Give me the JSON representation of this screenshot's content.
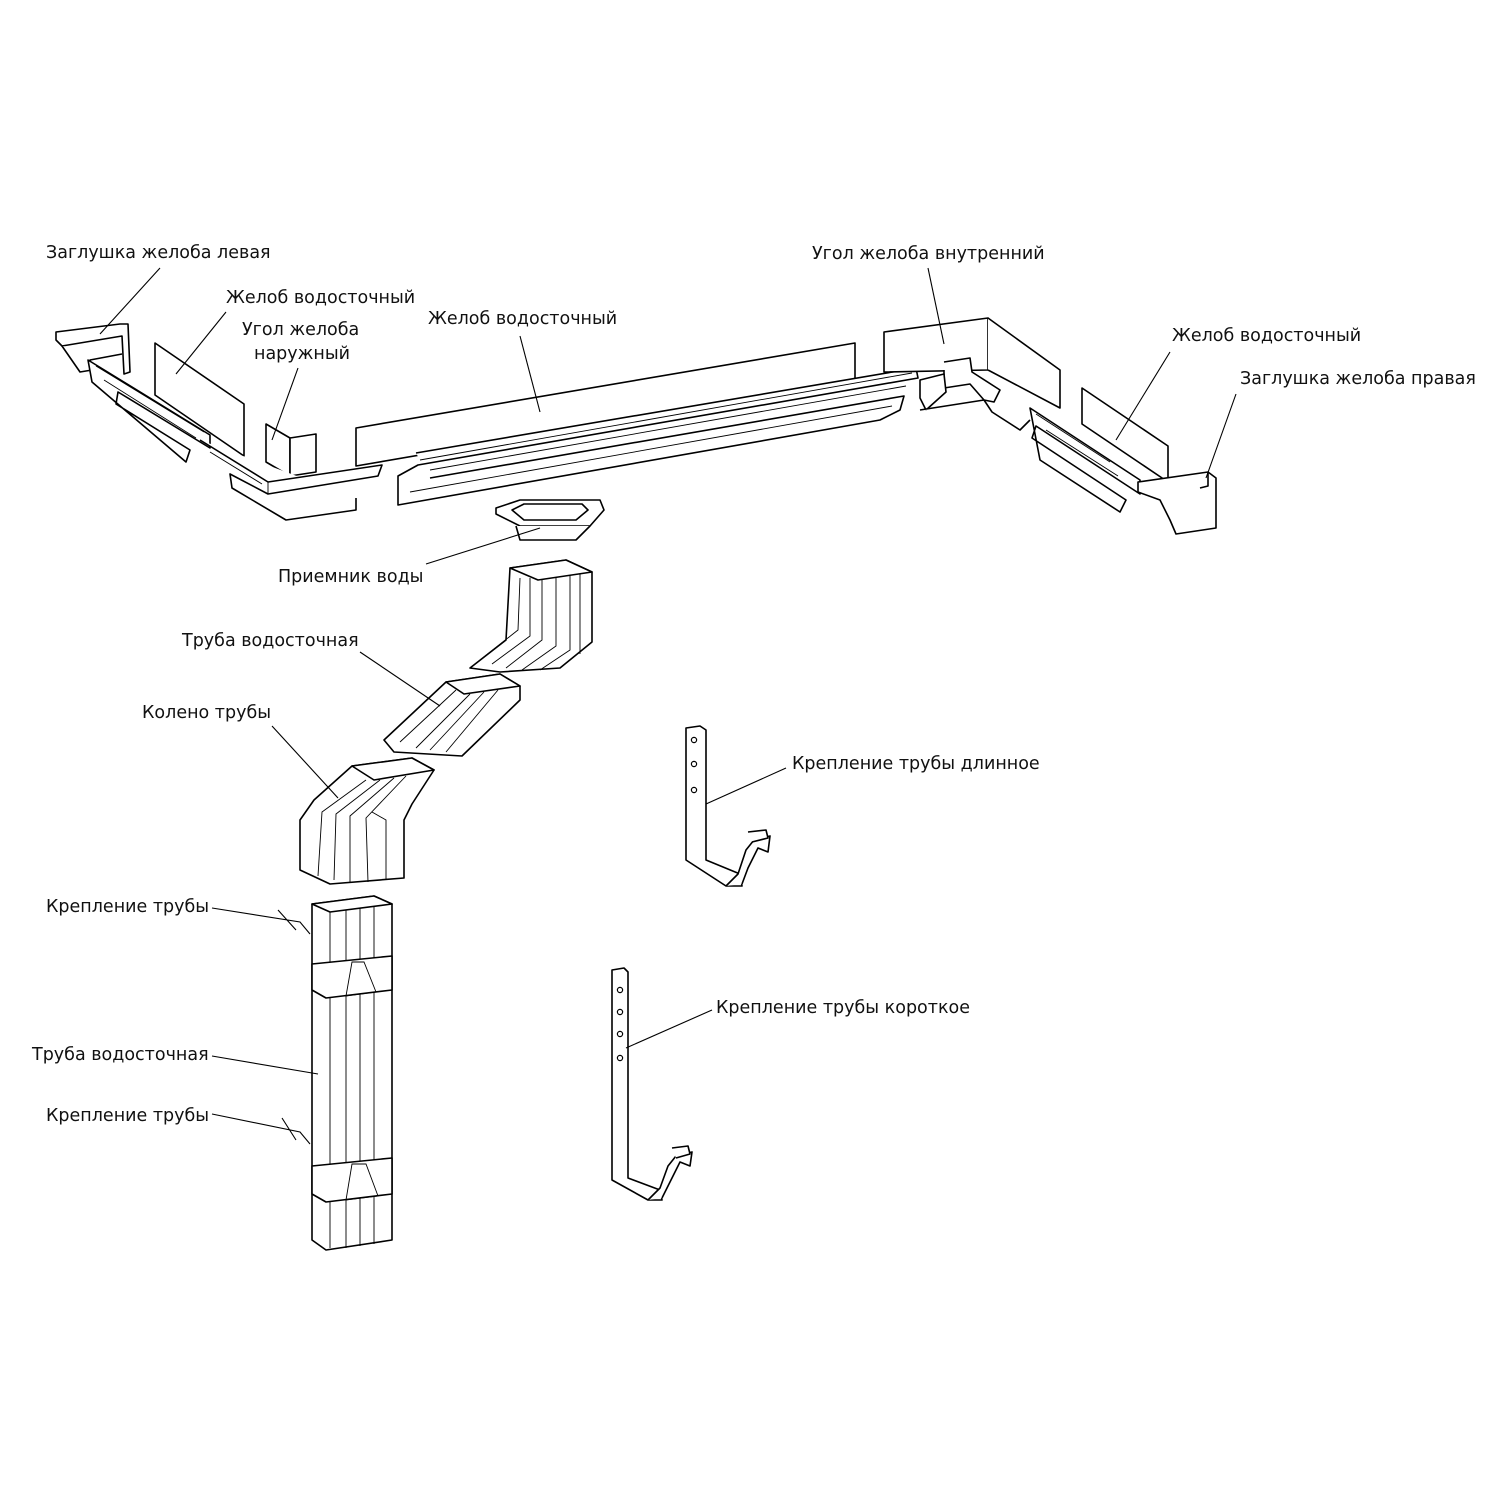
{
  "diagram": {
    "labels": {
      "end_cap_left": "Заглушка желоба левая",
      "gutter_1": "Желоб водосточный",
      "outer_corner_line1": "Угол желоба",
      "outer_corner_line2": "наружный",
      "gutter_2": "Желоб водосточный",
      "inner_corner": "Угол желоба внутренний",
      "gutter_3": "Желоб водосточный",
      "end_cap_right": "Заглушка желоба правая",
      "water_inlet": "Приемник воды",
      "downpipe_1": "Труба водосточная",
      "pipe_elbow": "Колено трубы",
      "pipe_bracket_long": "Крепление трубы длинное",
      "pipe_bracket_top": "Крепление трубы",
      "downpipe_2": "Труба водосточная",
      "pipe_bracket_bottom": "Крепление трубы",
      "pipe_bracket_short": "Крепление трубы короткое"
    },
    "colors": {
      "line": "#000000",
      "background": "#ffffff"
    }
  }
}
